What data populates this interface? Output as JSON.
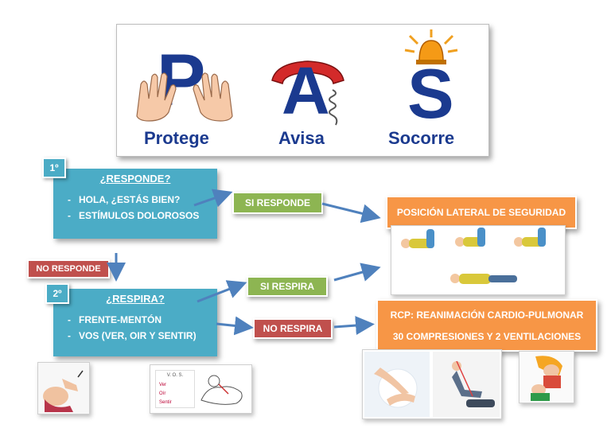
{
  "logo": {
    "items": [
      {
        "letter": "P",
        "word": "Protege",
        "icon": "hands-icon"
      },
      {
        "letter": "A",
        "word": "Avisa",
        "icon": "telephone-icon"
      },
      {
        "letter": "S",
        "word": "Socorre",
        "icon": "siren-icon"
      }
    ]
  },
  "step1": {
    "num": "1º",
    "question": "¿RESPONDE?",
    "items": [
      "HOLA, ¿ESTÁS BIEN?",
      "ESTÍMULOS DOLOROSOS"
    ]
  },
  "step2": {
    "num": "2º",
    "question": "¿RESPIRA?",
    "items": [
      "FRENTE-MENTÓN",
      "VOS (VER, OIR Y SENTIR)"
    ]
  },
  "tags": {
    "si_responde": "SI RESPONDE",
    "no_responde": "NO RESPONDE",
    "si_respira": "SI RESPIRA",
    "no_respira": "NO RESPIRA"
  },
  "outcomes": {
    "pls": "POSICIÓN LATERAL DE SEGURIDAD",
    "rcp_title": "RCP: REANIMACIÓN CARDIO-PULMONAR",
    "rcp_detail": "30 COMPRESIONES Y 2 VENTILACIONES"
  },
  "vos_card": {
    "title": "V. O. S.",
    "lines": [
      "Ver",
      "Oír",
      "Sentir"
    ]
  },
  "colors": {
    "teal": "#4bacc6",
    "green": "#8db552",
    "red": "#c0504d",
    "orange": "#f79646",
    "arrow": "#4f81bd",
    "navy": "#1b3a8f"
  }
}
